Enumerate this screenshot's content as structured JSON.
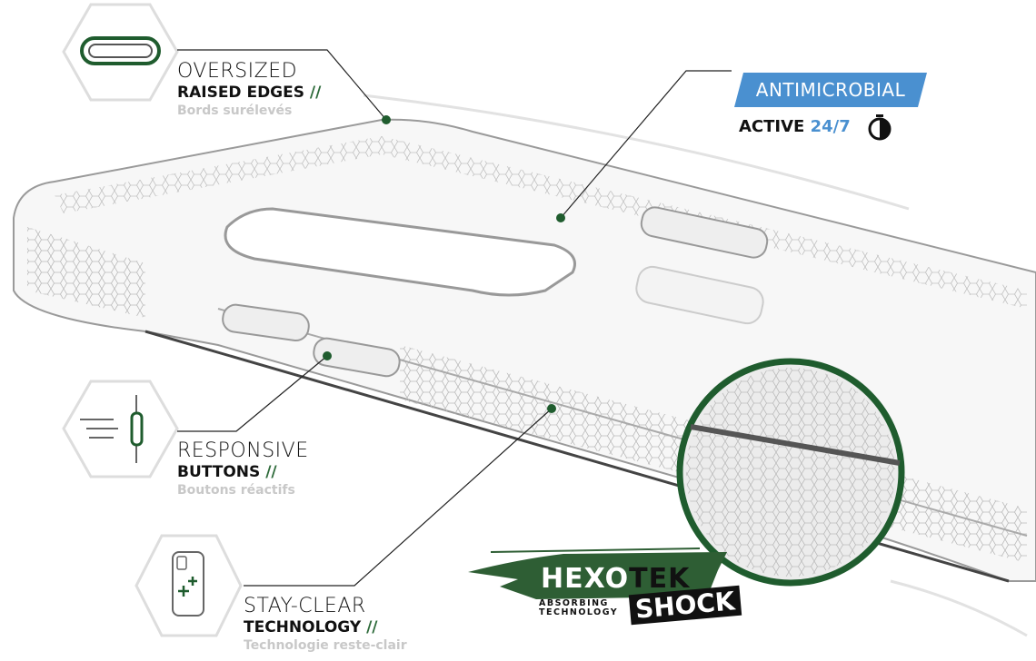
{
  "features": [
    {
      "title": "OVERSIZED",
      "subtitle": "RAISED EDGES",
      "slashes": "//",
      "french": "Bords surélevés",
      "icon": "raised-edge-icon"
    },
    {
      "title": "RESPONSIVE",
      "subtitle": "BUTTONS",
      "slashes": "//",
      "french": "Boutons réactifs",
      "icon": "finger-press-button-icon"
    },
    {
      "title": "STAY-CLEAR",
      "subtitle": "TECHNOLOGY",
      "slashes": "//",
      "french": "Technologie reste-clair",
      "icon": "phone-clear-icon"
    }
  ],
  "antimicrobial": {
    "label": "ANTIMICROBIAL",
    "active": "ACTIVE",
    "hours": "24/7",
    "icon": "stopwatch-icon",
    "color": "#4a90d0"
  },
  "logo": {
    "hexo": "HEXO",
    "tek": "TEK",
    "line1": "ABSORBING",
    "line2": "TECHNOLOGY",
    "shock": "SHOCK",
    "color": "#2e5e34"
  },
  "colors": {
    "accent_green": "#1f5c2e",
    "french_gray": "#c8c8c8"
  }
}
